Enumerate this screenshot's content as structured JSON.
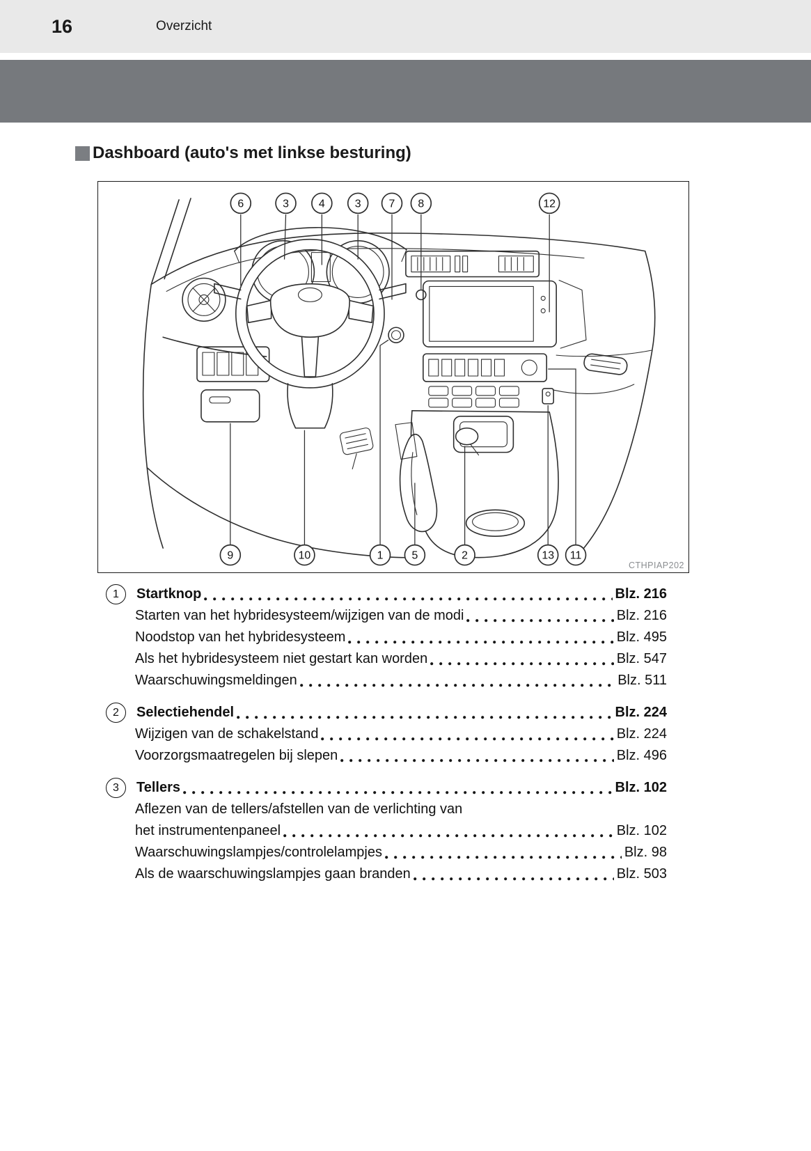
{
  "page": {
    "number": "16",
    "section": "Overzicht"
  },
  "heading": "Dashboard (auto's met linkse besturing)",
  "figure": {
    "credit": "CTHPIAP202",
    "callouts_top": [
      "6",
      "3",
      "4",
      "3",
      "7",
      "8",
      "12"
    ],
    "callouts_bottom": [
      "9",
      "10",
      "1",
      "5",
      "2",
      "13",
      "11"
    ]
  },
  "items": [
    {
      "num": "1",
      "title": "Startknop",
      "ref": "Blz. 216",
      "subs": [
        {
          "text": "Starten van het hybridesysteem/wijzigen van de modi",
          "ref": "Blz. 216"
        },
        {
          "text": "Noodstop van het hybridesysteem",
          "ref": "Blz. 495"
        },
        {
          "text": "Als het hybridesysteem niet gestart kan worden",
          "ref": "Blz. 547"
        },
        {
          "text": "Waarschuwingsmeldingen",
          "ref": "Blz. 511"
        }
      ]
    },
    {
      "num": "2",
      "title": "Selectiehendel",
      "ref": "Blz. 224",
      "subs": [
        {
          "text": "Wijzigen van de schakelstand",
          "ref": "Blz. 224"
        },
        {
          "text": "Voorzorgsmaatregelen bij slepen",
          "ref": "Blz. 496"
        }
      ]
    },
    {
      "num": "3",
      "title": "Tellers",
      "ref": "Blz. 102",
      "subs": [
        {
          "pre": "Aflezen van de tellers/afstellen van de verlichting van",
          "text": "het instrumentenpaneel",
          "ref": "Blz. 102"
        },
        {
          "text": "Waarschuwingslampjes/controlelampjes",
          "ref": "Blz. 98"
        },
        {
          "text": "Als de waarschuwingslampjes gaan branden",
          "ref": "Blz. 503"
        }
      ]
    }
  ]
}
